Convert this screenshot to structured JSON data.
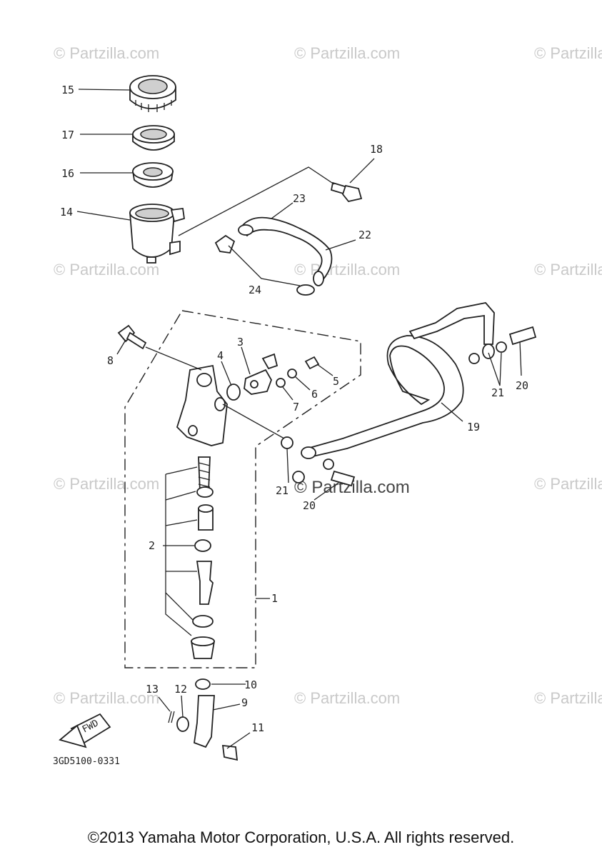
{
  "watermark": "© Partzilla.com",
  "diagram_code": "3GD5100-0331",
  "fwd_label": "FWD",
  "copyright": "©2013 Yamaha Motor Corporation, U.S.A. All rights reserved.",
  "callouts": {
    "c1": "1",
    "c2": "2",
    "c3": "3",
    "c4": "4",
    "c5": "5",
    "c6": "6",
    "c7": "7",
    "c8": "8",
    "c9": "9",
    "c10": "10",
    "c11": "11",
    "c12": "12",
    "c13": "13",
    "c14": "14",
    "c15": "15",
    "c16": "16",
    "c17": "17",
    "c18": "18",
    "c19": "19",
    "c20a": "20",
    "c20b": "20",
    "c21a": "21",
    "c21b": "21",
    "c22": "22",
    "c23": "23",
    "c24": "24"
  }
}
